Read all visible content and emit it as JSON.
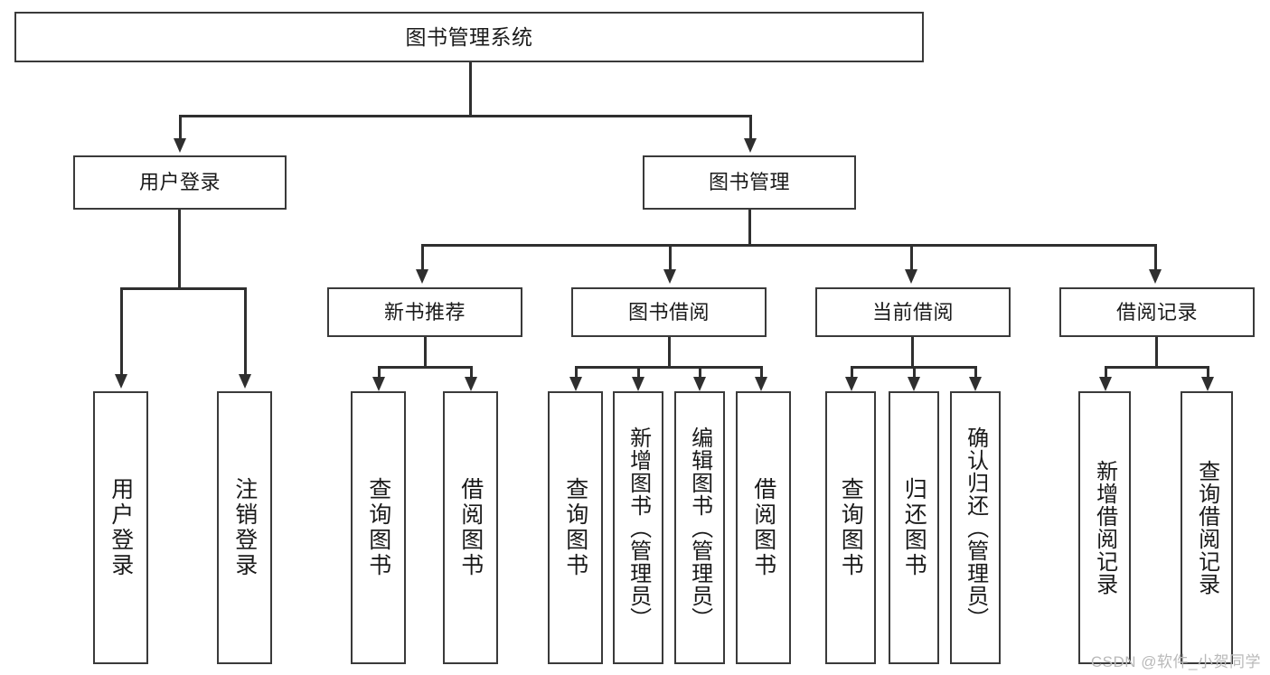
{
  "title": "图书管理系统",
  "watermark": "CSDN @软件_小贺同学",
  "colors": {
    "box_border": "#3a3a3a",
    "connector": "#2f2f2f",
    "background": "#ffffff",
    "text": "#1a1a1a",
    "watermark": "#b9b9b9"
  },
  "chart_data": {
    "type": "diagram",
    "subtype": "tree",
    "title": "图书管理系统",
    "orientation": "top-down",
    "nodes": [
      {
        "id": "root",
        "label": "图书管理系统",
        "level": 0,
        "parent": null
      },
      {
        "id": "user_login",
        "label": "用户登录",
        "level": 1,
        "parent": "root"
      },
      {
        "id": "book_manage",
        "label": "图书管理",
        "level": 1,
        "parent": "root"
      },
      {
        "id": "new_recommend",
        "label": "新书推荐",
        "level": 2,
        "parent": "book_manage"
      },
      {
        "id": "book_borrow",
        "label": "图书借阅",
        "level": 2,
        "parent": "book_manage"
      },
      {
        "id": "current_borrow",
        "label": "当前借阅",
        "level": 2,
        "parent": "book_manage"
      },
      {
        "id": "borrow_record",
        "label": "借阅记录",
        "level": 2,
        "parent": "book_manage"
      },
      {
        "id": "leaf_login",
        "label": "用户登录",
        "level": 2,
        "parent": "user_login"
      },
      {
        "id": "leaf_logout",
        "label": "注销登录",
        "level": 2,
        "parent": "user_login"
      },
      {
        "id": "leaf_q1",
        "label": "查询图书",
        "level": 3,
        "parent": "new_recommend"
      },
      {
        "id": "leaf_b1",
        "label": "借阅图书",
        "level": 3,
        "parent": "new_recommend"
      },
      {
        "id": "leaf_q2",
        "label": "查询图书",
        "level": 3,
        "parent": "book_borrow"
      },
      {
        "id": "leaf_add",
        "label": "新增图书（管理员）",
        "level": 3,
        "parent": "book_borrow"
      },
      {
        "id": "leaf_edit",
        "label": "编辑图书（管理员）",
        "level": 3,
        "parent": "book_borrow"
      },
      {
        "id": "leaf_b2",
        "label": "借阅图书",
        "level": 3,
        "parent": "book_borrow"
      },
      {
        "id": "leaf_q3",
        "label": "查询图书",
        "level": 3,
        "parent": "current_borrow"
      },
      {
        "id": "leaf_return",
        "label": "归还图书",
        "level": 3,
        "parent": "current_borrow"
      },
      {
        "id": "leaf_confirm",
        "label": "确认归还（管理员）",
        "level": 3,
        "parent": "current_borrow"
      },
      {
        "id": "leaf_addrec",
        "label": "新增借阅记录",
        "level": 3,
        "parent": "borrow_record"
      },
      {
        "id": "leaf_qrec",
        "label": "查询借阅记录",
        "level": 3,
        "parent": "borrow_record"
      }
    ],
    "edges": [
      {
        "from": "root",
        "to": "user_login"
      },
      {
        "from": "root",
        "to": "book_manage"
      },
      {
        "from": "user_login",
        "to": "leaf_login"
      },
      {
        "from": "user_login",
        "to": "leaf_logout"
      },
      {
        "from": "book_manage",
        "to": "new_recommend"
      },
      {
        "from": "book_manage",
        "to": "book_borrow"
      },
      {
        "from": "book_manage",
        "to": "current_borrow"
      },
      {
        "from": "book_manage",
        "to": "borrow_record"
      },
      {
        "from": "new_recommend",
        "to": "leaf_q1"
      },
      {
        "from": "new_recommend",
        "to": "leaf_b1"
      },
      {
        "from": "book_borrow",
        "to": "leaf_q2"
      },
      {
        "from": "book_borrow",
        "to": "leaf_add"
      },
      {
        "from": "book_borrow",
        "to": "leaf_edit"
      },
      {
        "from": "book_borrow",
        "to": "leaf_b2"
      },
      {
        "from": "current_borrow",
        "to": "leaf_q3"
      },
      {
        "from": "current_borrow",
        "to": "leaf_return"
      },
      {
        "from": "current_borrow",
        "to": "leaf_confirm"
      },
      {
        "from": "borrow_record",
        "to": "leaf_addrec"
      },
      {
        "from": "borrow_record",
        "to": "leaf_qrec"
      }
    ]
  }
}
